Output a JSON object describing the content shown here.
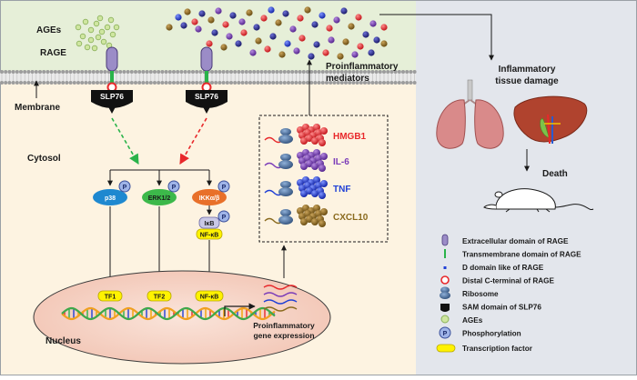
{
  "labels": {
    "ages": "AGEs",
    "rage": "RAGE",
    "membrane": "Membrane",
    "cytosol": "Cytosol",
    "nucleus": "Nucleus",
    "slp76": "SLP76",
    "proinflammatory_mediators_line1": "Proinflammatory",
    "proinflammatory_mediators_line2": "mediators",
    "gene_expression_line1": "Proinflammatory",
    "gene_expression_line2": "gene expression",
    "inflammatory_damage_line1": "Inflammatory",
    "inflammatory_damage_line2": "tissue damage",
    "death": "Death"
  },
  "kinases": {
    "p38": "p38",
    "erk": "ERK1/2",
    "ikk": "IKKα/β",
    "ikb": "IκB",
    "nfkb_cytosol": "NF-κB",
    "phospho": "P"
  },
  "transcription_factors": [
    "TF1",
    "TF2",
    "NF-κB"
  ],
  "mediators": [
    {
      "name": "HMGB1",
      "color": "#e8282b"
    },
    {
      "name": "IL-6",
      "color": "#7a3bb8"
    },
    {
      "name": "TNF",
      "color": "#1f3fd6"
    },
    {
      "name": "CXCL10",
      "color": "#8a6a1e"
    }
  ],
  "legend": [
    {
      "icon": "rage-extracellular-icon",
      "label": "Extracellular domain of RAGE"
    },
    {
      "icon": "transmembrane-icon",
      "label": "Transmembrane domain of RAGE"
    },
    {
      "icon": "d-domain-icon",
      "label": "D domain like of RAGE"
    },
    {
      "icon": "distal-c-terminal-icon",
      "label": "Distal C-terminal of RAGE"
    },
    {
      "icon": "ribosome-icon",
      "label": "Ribosome"
    },
    {
      "icon": "sam-domain-icon",
      "label": "SAM domain of SLP76"
    },
    {
      "icon": "ages-icon",
      "label": "AGEs"
    },
    {
      "icon": "phosphorylation-icon",
      "label": "Phosphorylation"
    },
    {
      "icon": "transcription-factor-icon",
      "label": "Transcription factor"
    }
  ],
  "colors": {
    "extracellular": "#e6efd8",
    "cytosol": "#fdf3e1",
    "right_panel": "#e3e6ec",
    "nucleus": "#f6d2c5",
    "green_arrow": "#2ab34a",
    "red_arrow": "#e8282b"
  }
}
